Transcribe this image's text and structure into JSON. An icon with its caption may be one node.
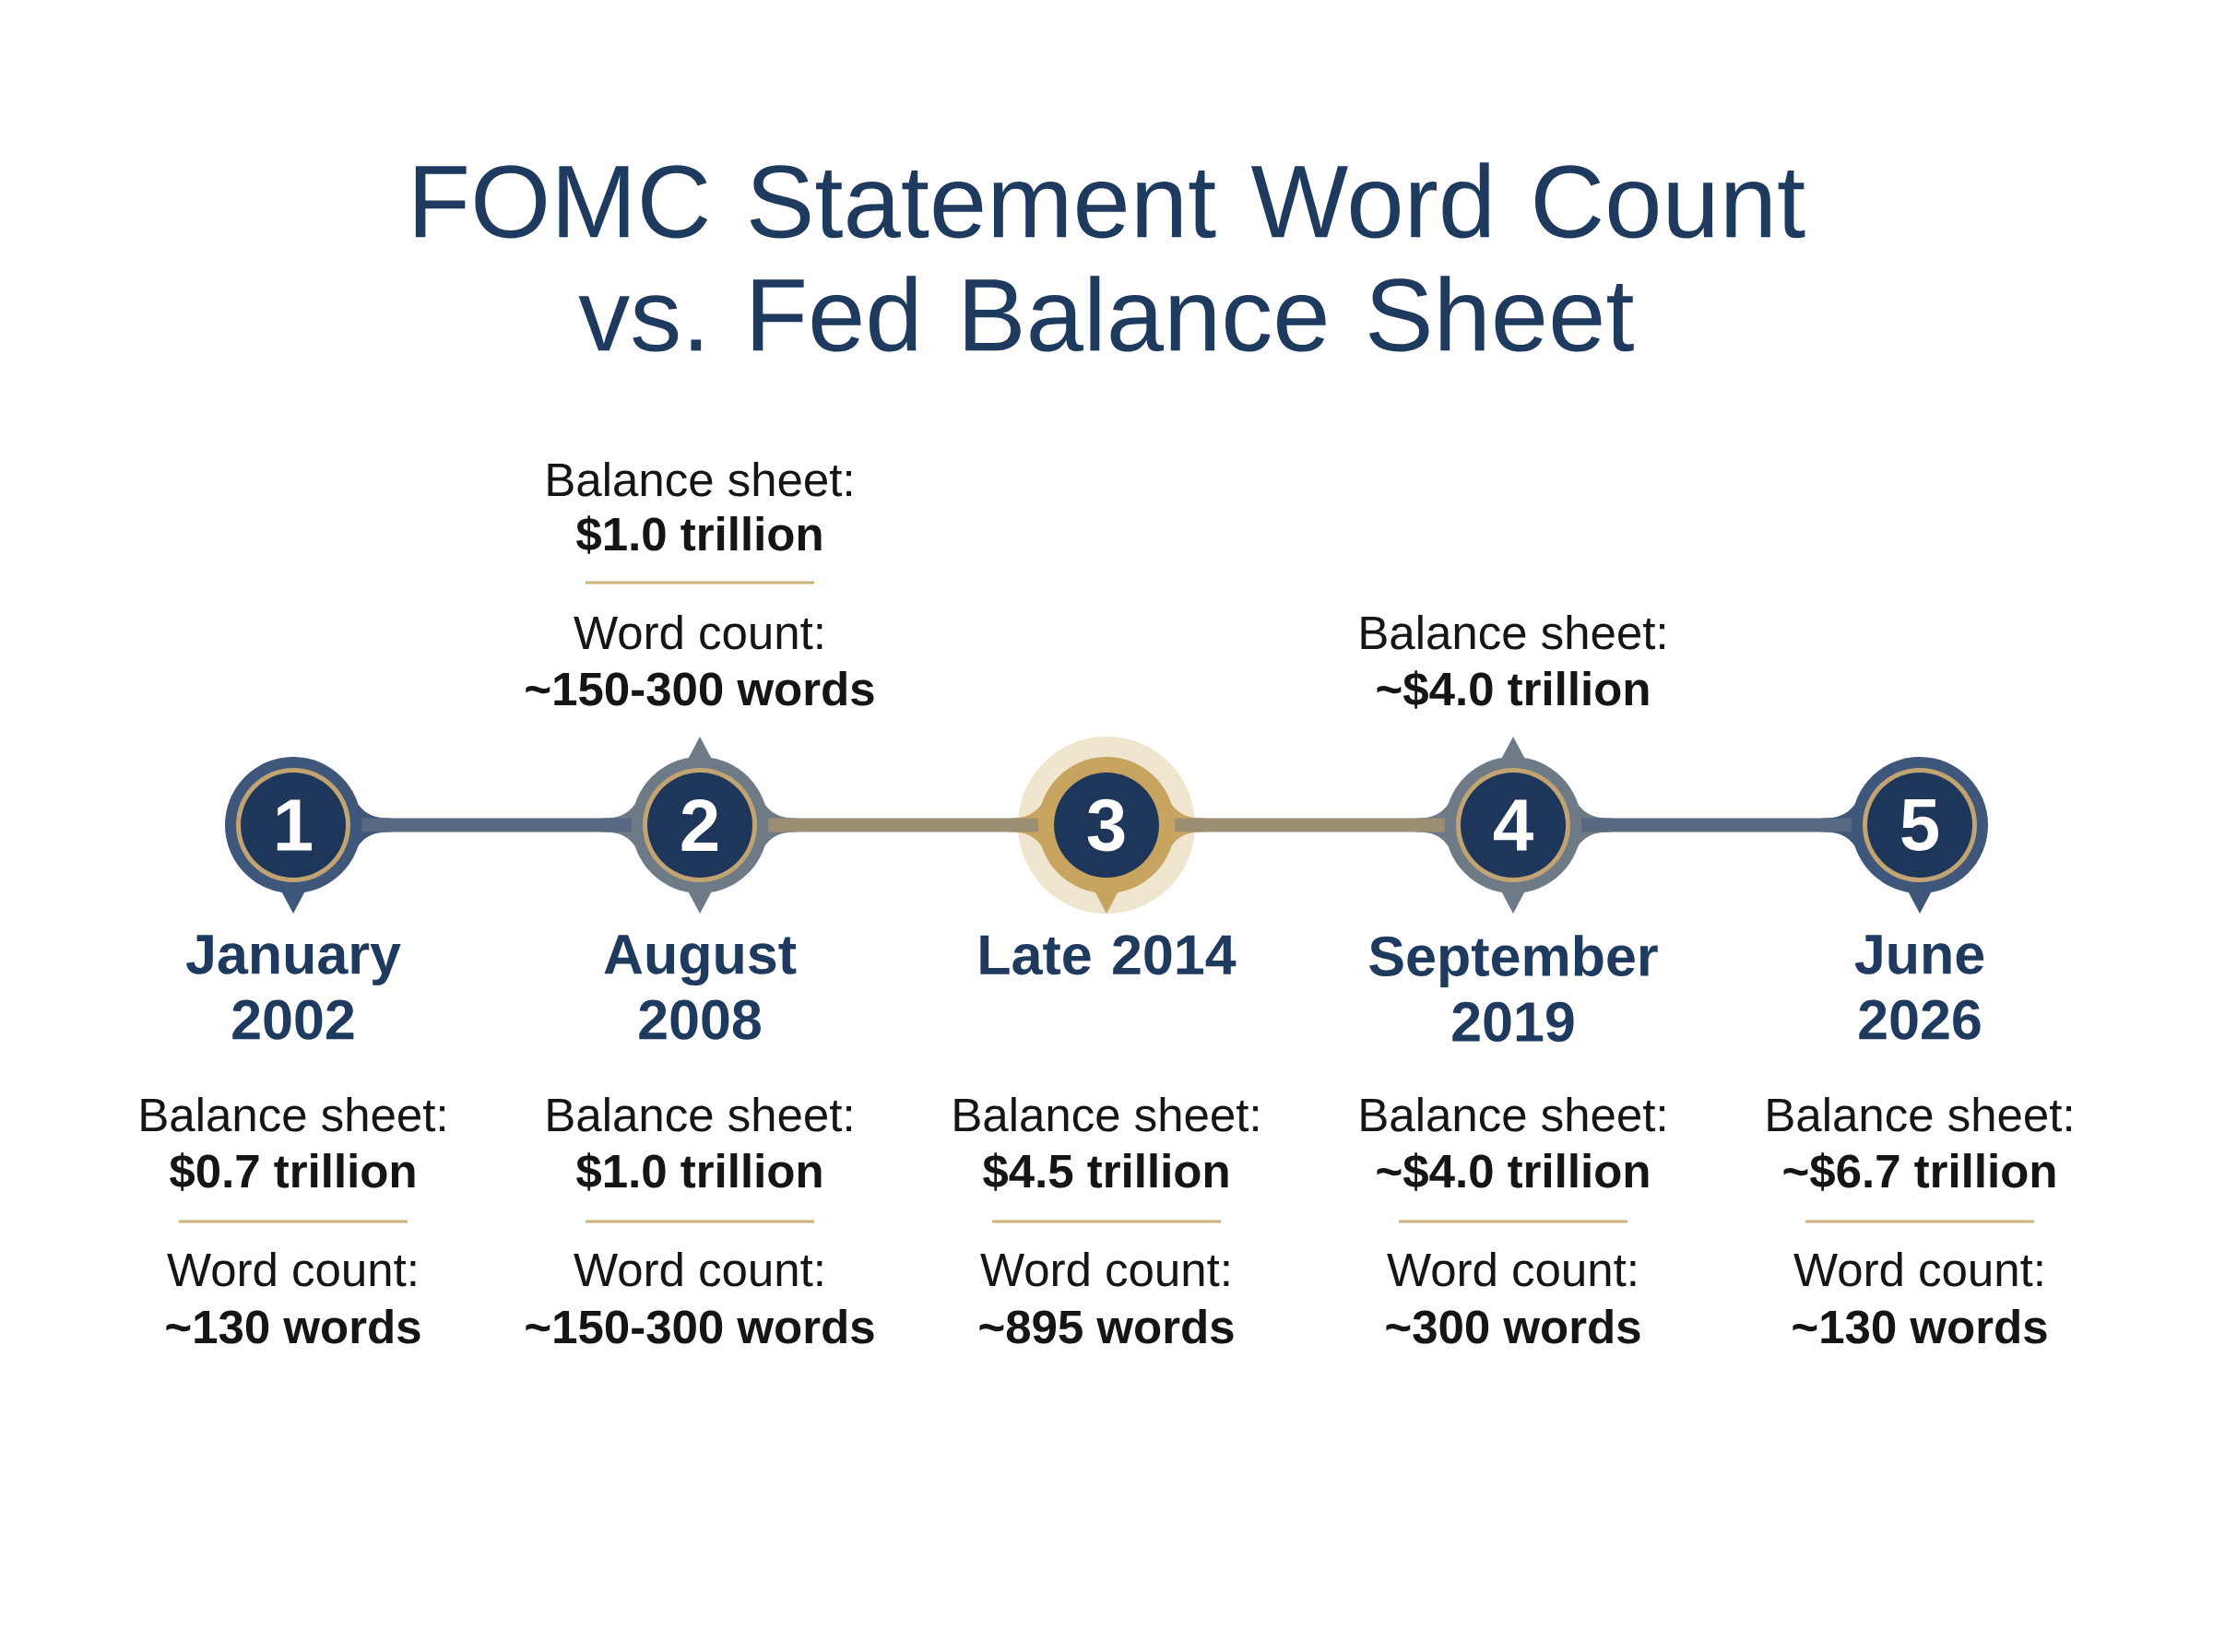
{
  "diagram": {
    "title": "FOMC Statement Word Count vs. Fed Balance Sheet",
    "nodes": [
      {
        "text": [
          "1"
        ],
        "beside": [
          "January 2002",
          "Balance sheet:",
          "$0.7 trillion",
          "Word count:",
          "~130 words"
        ]
      },
      {
        "text": [
          "2"
        ],
        "beside": [
          "August 2008",
          "Balance sheet:",
          "$1.0 trillion",
          "Word count:",
          "~150-300 words"
        ]
      },
      {
        "text": [
          "3"
        ],
        "beside": [
          "Late 2014",
          "Balance sheet:",
          "$4.5 trillion",
          "Word count:",
          "~895 words"
        ]
      },
      {
        "text": [
          "4"
        ],
        "beside": [
          "September 2019",
          "Balance sheet:",
          "~$4.0 trillion",
          "Word count:",
          "~300 words"
        ]
      },
      {
        "text": [
          "5"
        ],
        "beside": [
          "June 2026",
          "Balance sheet:",
          "~$6.7 trillion",
          "Word count:",
          "~130 words"
        ]
      }
    ],
    "edges": [
      {
        "from": 0,
        "to": 1,
        "arrow": "none"
      },
      {
        "from": 1,
        "to": 2,
        "arrow": "none"
      },
      {
        "from": 2,
        "to": 3,
        "arrow": "none"
      },
      {
        "from": 3,
        "to": 4,
        "arrow": "none"
      }
    ],
    "labels": [
      "Balance sheet:",
      "$1.0 trillion",
      "Word count:",
      "~150-300 words",
      "Balance sheet:",
      "~$4.0 trillion"
    ]
  }
}
